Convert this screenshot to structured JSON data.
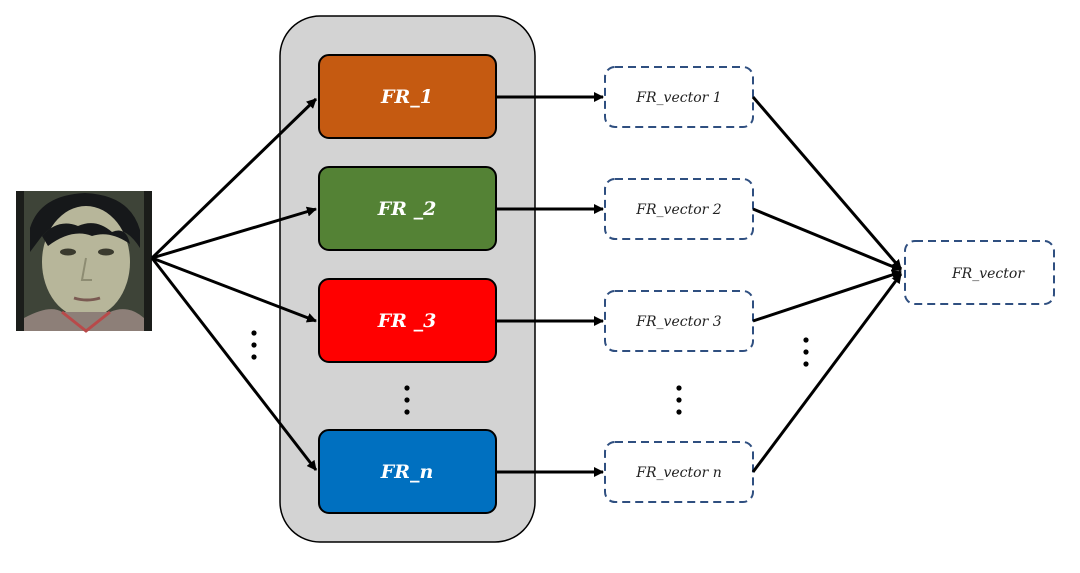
{
  "diagram": {
    "models": [
      {
        "label": "FR_1",
        "color": "#c55a11"
      },
      {
        "label": "FR _2",
        "color": "#548235"
      },
      {
        "label": "FR _3",
        "color": "#ff0000"
      },
      {
        "label": "FR_n",
        "color": "#0070c0"
      }
    ],
    "vectors": [
      {
        "label": "FR_vector 1"
      },
      {
        "label": "FR_vector 2"
      },
      {
        "label": "FR_vector 3"
      },
      {
        "label": "FR_vector n"
      }
    ],
    "output": {
      "label": "FR_vector"
    },
    "colors": {
      "container_fill": "#d3d3d3",
      "container_stroke": "#000000",
      "dashed_border": "#2f4f80",
      "arrow": "#000000"
    }
  }
}
